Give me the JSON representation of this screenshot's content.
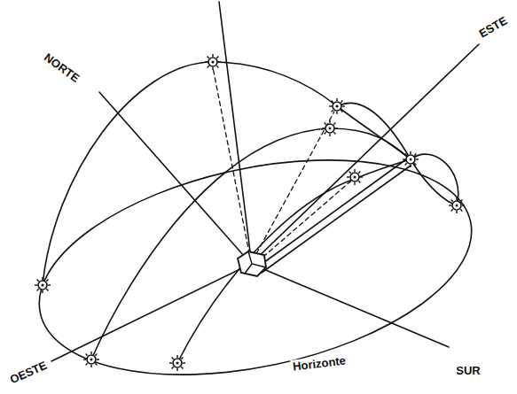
{
  "diagram": {
    "labels": [
      "NORTE",
      "ESTE",
      "OESTE",
      "SUR",
      "Horizonte"
    ]
  }
}
